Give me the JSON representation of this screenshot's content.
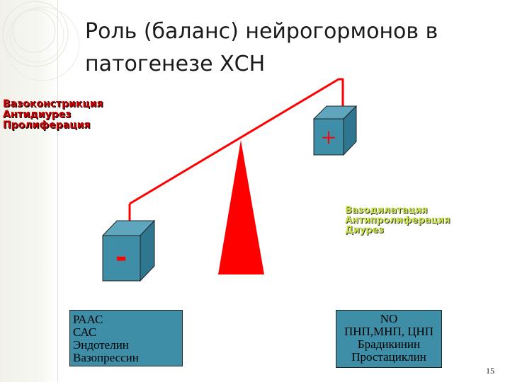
{
  "slide": {
    "title_line1": "Роль (баланс) нейрогормонов в",
    "title_line2": "патогенезе ХСН",
    "left_labels": [
      "Вазоконстрикция",
      "Антидиурез",
      "Пролиферация"
    ],
    "right_labels": [
      "Вазодилатация",
      "Антипролиферация",
      "Диурез"
    ],
    "minus_sign": "-",
    "plus_sign": "+",
    "left_box_items": [
      "РААС",
      "САС",
      "Эндотелин",
      "Вазопрессин"
    ],
    "right_box_items": [
      "NO",
      "ПНП,МНП, ЦНП",
      "Брадикинин",
      "Простациклин"
    ],
    "page_number": "15"
  },
  "colors": {
    "red": "#ff0000",
    "cube_blue": "#3f8ea8",
    "label_red": "#cc0000",
    "label_green": "#c9e54a"
  }
}
